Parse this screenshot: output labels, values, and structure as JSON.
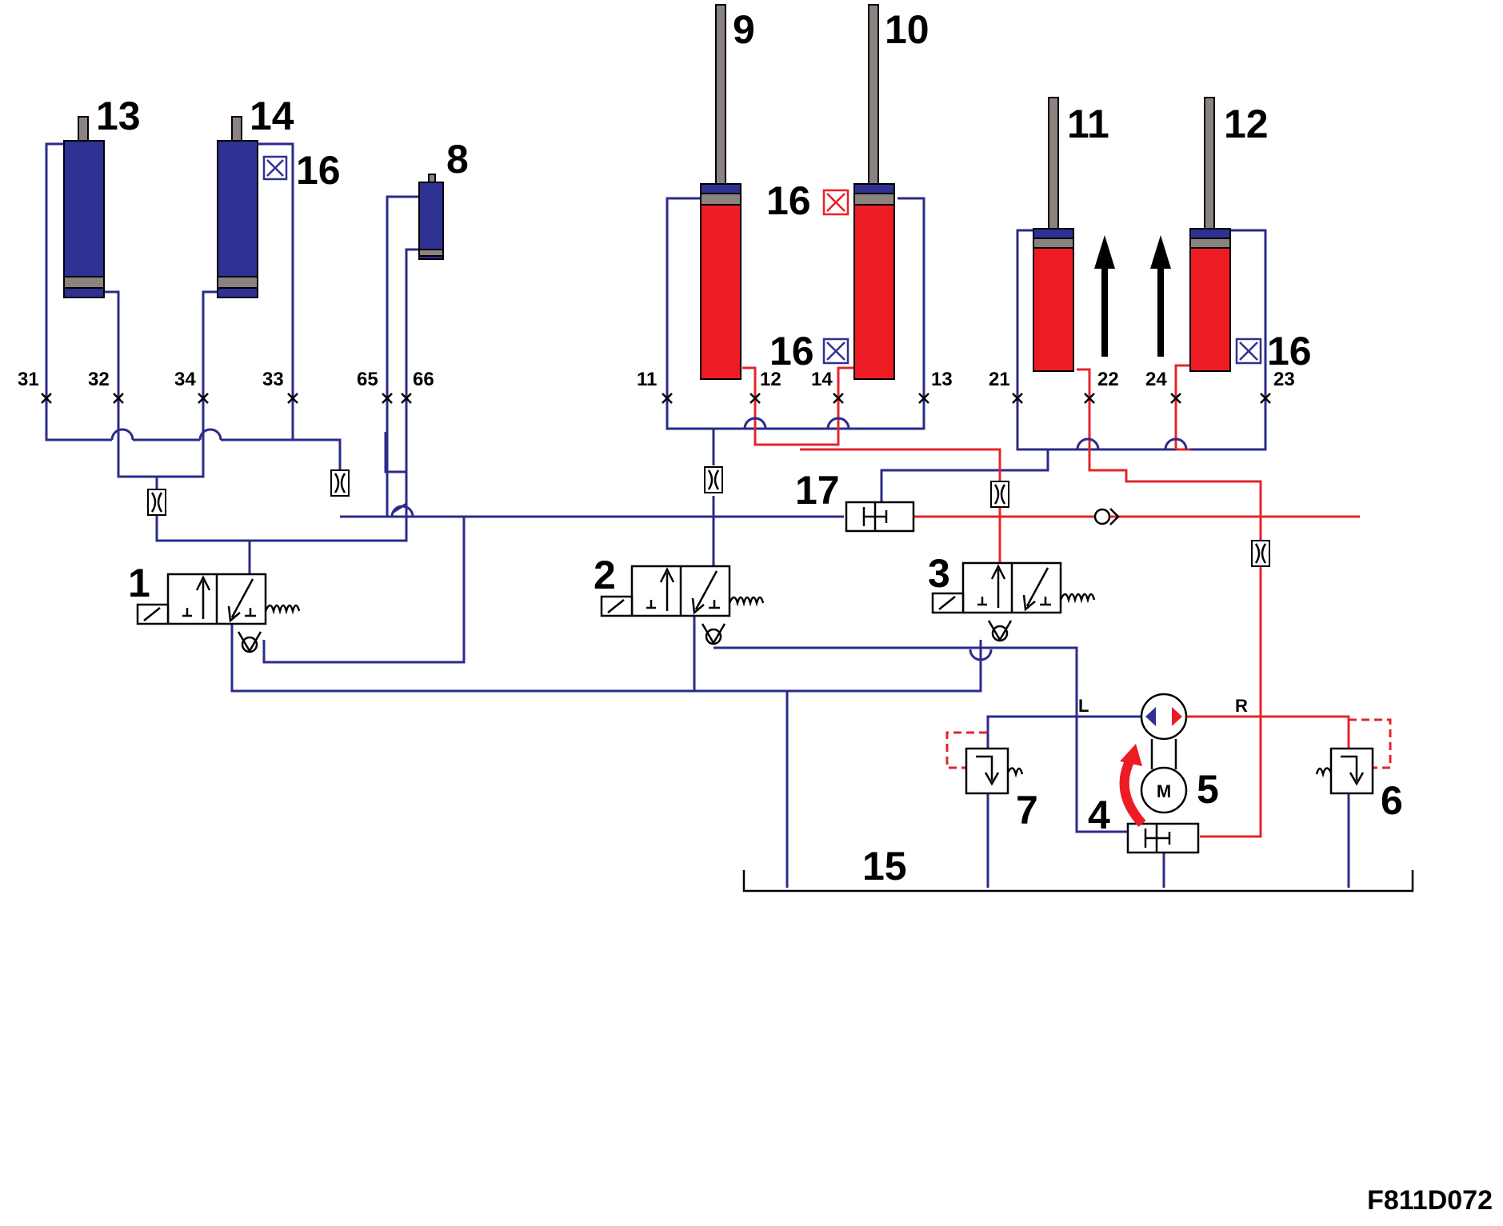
{
  "colors": {
    "low_pressure": "#2b2b8c",
    "high_pressure": "#e3262b",
    "cylinder_blue": "#2e3192",
    "cylinder_red": "#ed1c24",
    "rod": "#8a837f"
  },
  "components": {
    "valve_1": "1",
    "valve_2": "2",
    "valve_3": "3",
    "flow_arrow": "4",
    "motor_pump": "5",
    "relief_valve_6": "6",
    "relief_valve_7": "7",
    "cylinder_8": "8",
    "cylinder_9": "9",
    "cylinder_10": "10",
    "cylinder_11": "11",
    "cylinder_12": "12",
    "cylinder_13": "13",
    "cylinder_14": "14",
    "reservoir": "15",
    "sensor": "16",
    "shuttle_valve": "17"
  },
  "motor_symbol": "M",
  "pump_ports": {
    "left": "L",
    "right": "R"
  },
  "ports": {
    "p31": "31",
    "p32": "32",
    "p34": "34",
    "p33": "33",
    "p65": "65",
    "p66": "66",
    "p11": "11",
    "p12": "12",
    "p14": "14",
    "p13": "13",
    "p21": "21",
    "p22": "22",
    "p24": "24",
    "p23": "23"
  },
  "figure_code": "F811D072"
}
